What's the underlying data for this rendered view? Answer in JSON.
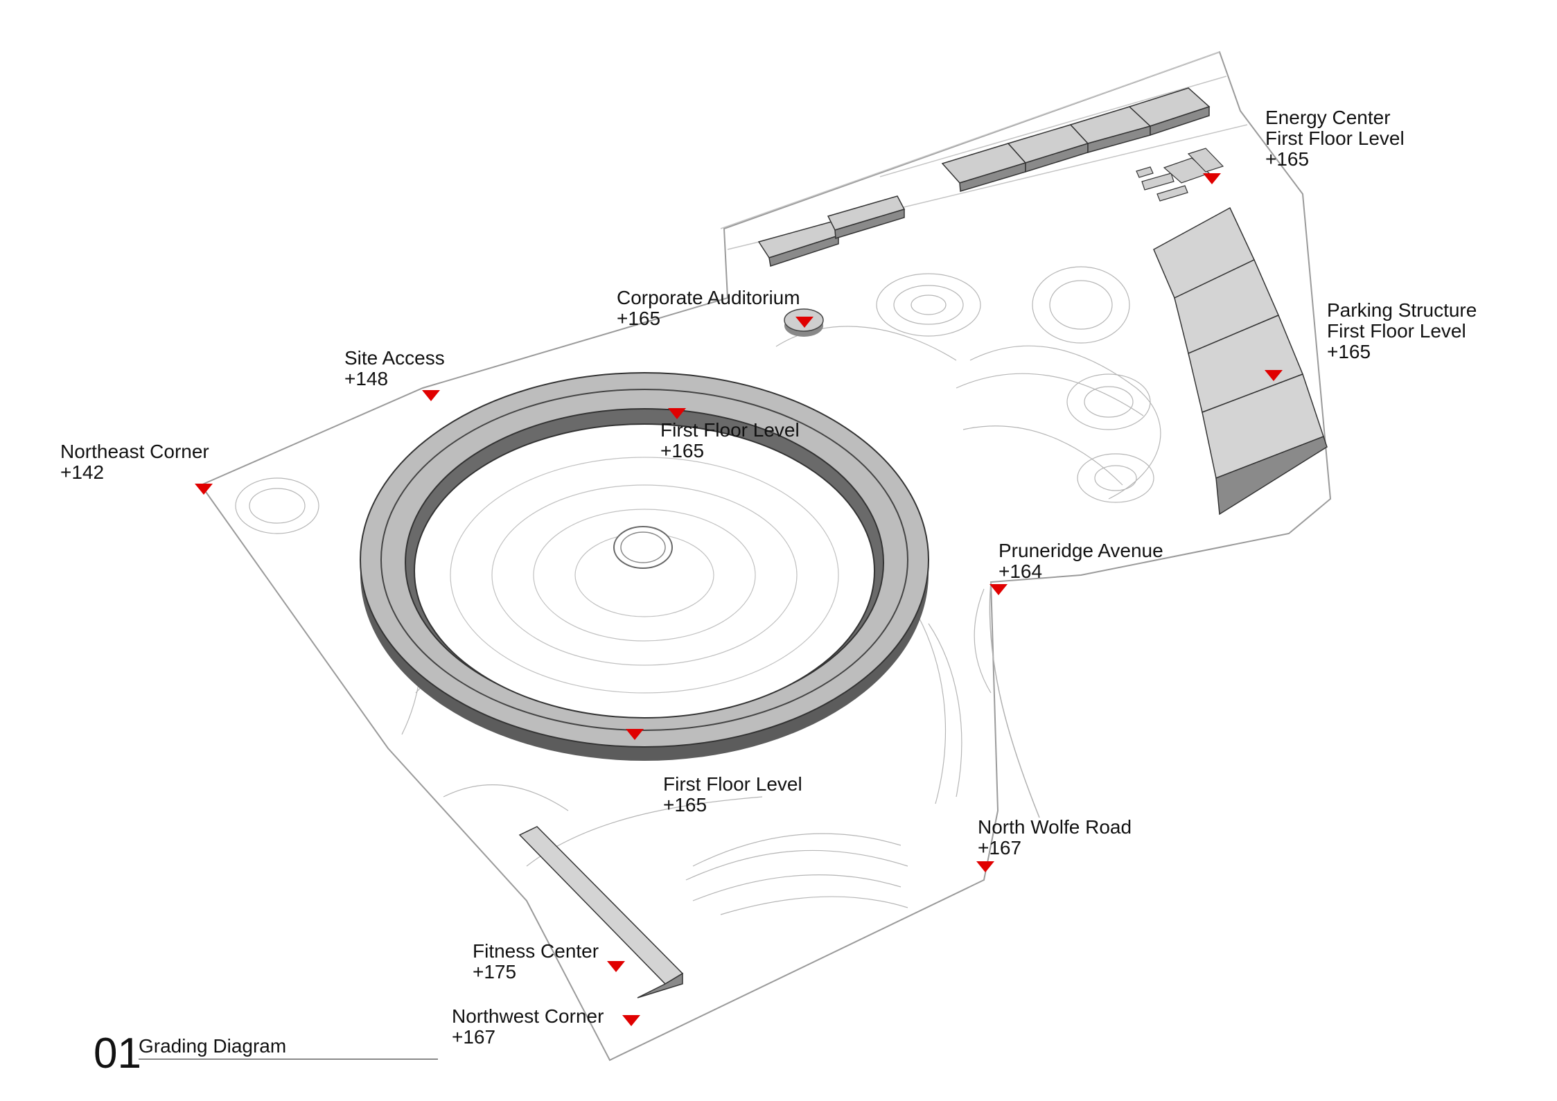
{
  "figure": {
    "number": "01",
    "title": "Grading Diagram"
  },
  "colors": {
    "marker": "#e00000",
    "contour": "#b5b5b5",
    "building_top": "#d8d8d8",
    "building_side": "#8a8a8a",
    "ring_dark": "#5c5c5c",
    "text": "#111111"
  },
  "labels": [
    {
      "id": "energy-center",
      "lines": [
        "Energy Center",
        "First Floor Level",
        "+165"
      ]
    },
    {
      "id": "corporate-auditorium",
      "lines": [
        "Corporate Auditorium",
        "+165"
      ]
    },
    {
      "id": "parking-structure",
      "lines": [
        "Parking Structure",
        "First Floor Level",
        "+165"
      ]
    },
    {
      "id": "site-access",
      "lines": [
        "Site Access",
        "+148"
      ]
    },
    {
      "id": "northeast-corner",
      "lines": [
        "Northeast Corner",
        "+142"
      ]
    },
    {
      "id": "ring-north",
      "lines": [
        "First Floor Level",
        "+165"
      ]
    },
    {
      "id": "pruneridge-avenue",
      "lines": [
        "Pruneridge Avenue",
        "+164"
      ]
    },
    {
      "id": "ring-south",
      "lines": [
        "First Floor Level",
        "+165"
      ]
    },
    {
      "id": "north-wolfe-road",
      "lines": [
        "North Wolfe Road",
        "+167"
      ]
    },
    {
      "id": "fitness-center",
      "lines": [
        "Fitness Center",
        "+175"
      ]
    },
    {
      "id": "northwest-corner",
      "lines": [
        "Northwest Corner",
        "+167"
      ]
    }
  ]
}
